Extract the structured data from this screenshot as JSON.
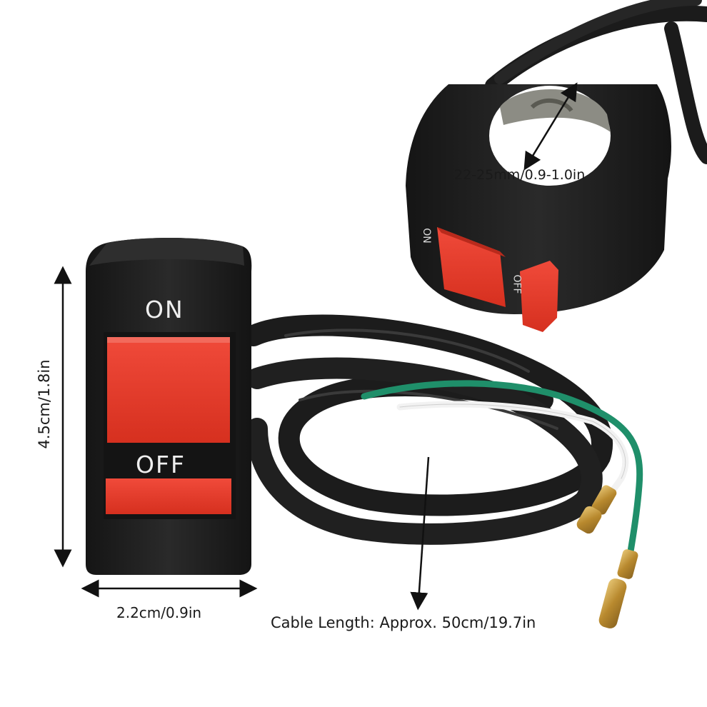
{
  "dimensions": {
    "height": "4.5cm/1.8in",
    "width": "2.2cm/0.9in",
    "clamp_diameter": "22-25mm/0.9-1.0in",
    "cable_length": "Cable Length: Approx. 50cm/19.7in"
  },
  "switch_labels": {
    "on": "ON",
    "off": "OFF"
  },
  "colors": {
    "housing": "#1f1f1f",
    "button": "#e8392b",
    "wire_green": "#1f8f6a",
    "wire_white": "#f2f2f2",
    "terminal": "#c9a24a"
  }
}
